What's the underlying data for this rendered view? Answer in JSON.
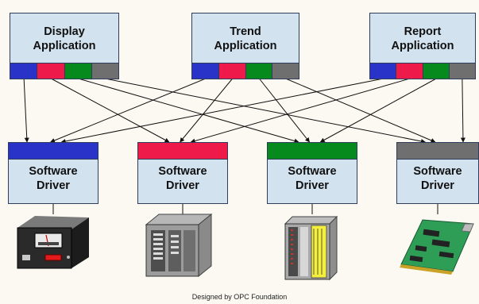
{
  "colors": {
    "blue": "#2a33c8",
    "red": "#ee1b4a",
    "green": "#068a1e",
    "gray": "#6f6f6f",
    "box_fill": "#d2e2ef",
    "connector": "#111111"
  },
  "applications": [
    {
      "label": "Display\nApplication",
      "strip": [
        "blue",
        "red",
        "green",
        "gray"
      ]
    },
    {
      "label": "Trend\nApplication",
      "strip": [
        "blue",
        "red",
        "green",
        "gray"
      ]
    },
    {
      "label": "Report\nApplication",
      "strip": [
        "blue",
        "red",
        "green",
        "gray"
      ]
    }
  ],
  "drivers": [
    {
      "label": "Software\nDriver",
      "header_color": "blue",
      "device": "panel-meter-icon"
    },
    {
      "label": "Software\nDriver",
      "header_color": "red",
      "device": "plc-controller-icon"
    },
    {
      "label": "Software\nDriver",
      "header_color": "green",
      "device": "io-module-icon"
    },
    {
      "label": "Software\nDriver",
      "header_color": "gray",
      "device": "interface-card-icon"
    }
  ],
  "footer": "Designed by OPC Foundation"
}
